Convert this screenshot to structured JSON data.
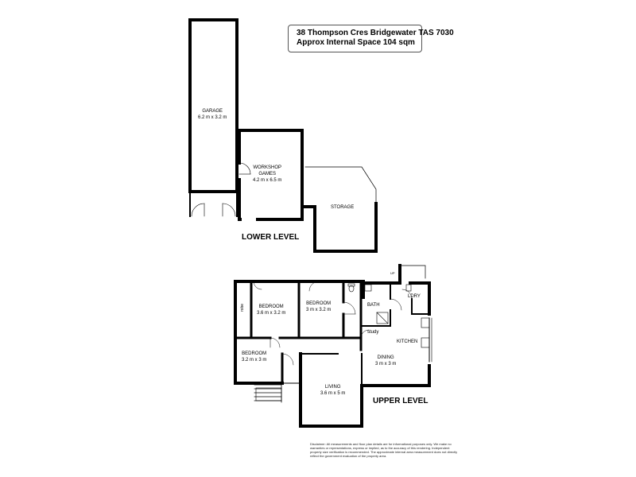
{
  "header": {
    "address": "38 Thompson Cres Bridgewater TAS 7030",
    "area": "Approx Internal Space 104  sqm"
  },
  "rooms": {
    "garage": {
      "name": "GARAGE",
      "dims": "6.2 m x 3.2 m"
    },
    "workshop": {
      "name": "WORKSHOP",
      "name2": "GAMES",
      "dims": "4.2 m x 6.5 m"
    },
    "storage": {
      "name": "STORAGE"
    },
    "bedroom1": {
      "name": "BEDROOM",
      "dims": "3.6 m x 3.2 m"
    },
    "bedroom2": {
      "name": "BEDROOM",
      "dims": "3 m x 3.2 m"
    },
    "bedroom3": {
      "name": "BEDROOM",
      "dims": "3.2 m x 3 m"
    },
    "bath": {
      "name": "BATH"
    },
    "ldry": {
      "name": "LDRY"
    },
    "study": {
      "name": "study"
    },
    "kitchen": {
      "name": "KITCHEN"
    },
    "dining": {
      "name": "DINING",
      "dims": "3 m x 3 m"
    },
    "living": {
      "name": "LIVING",
      "dims": "3.6 m x 5 m"
    },
    "robe": {
      "name": "robe"
    }
  },
  "levels": {
    "lower": "LOWER LEVEL",
    "upper": "UPPER LEVEL"
  },
  "stairs": {
    "up_label": "UP"
  },
  "disclaimer": "Disclaimer: All measurements and floor plan details are for informational purposes only. We make no warranties or representations, express or implied, as to the accuracy of this rendering. Independent property size verification is recommended. The approximate internal area measurement does not directly reflect the government evaluation of the property area."
}
